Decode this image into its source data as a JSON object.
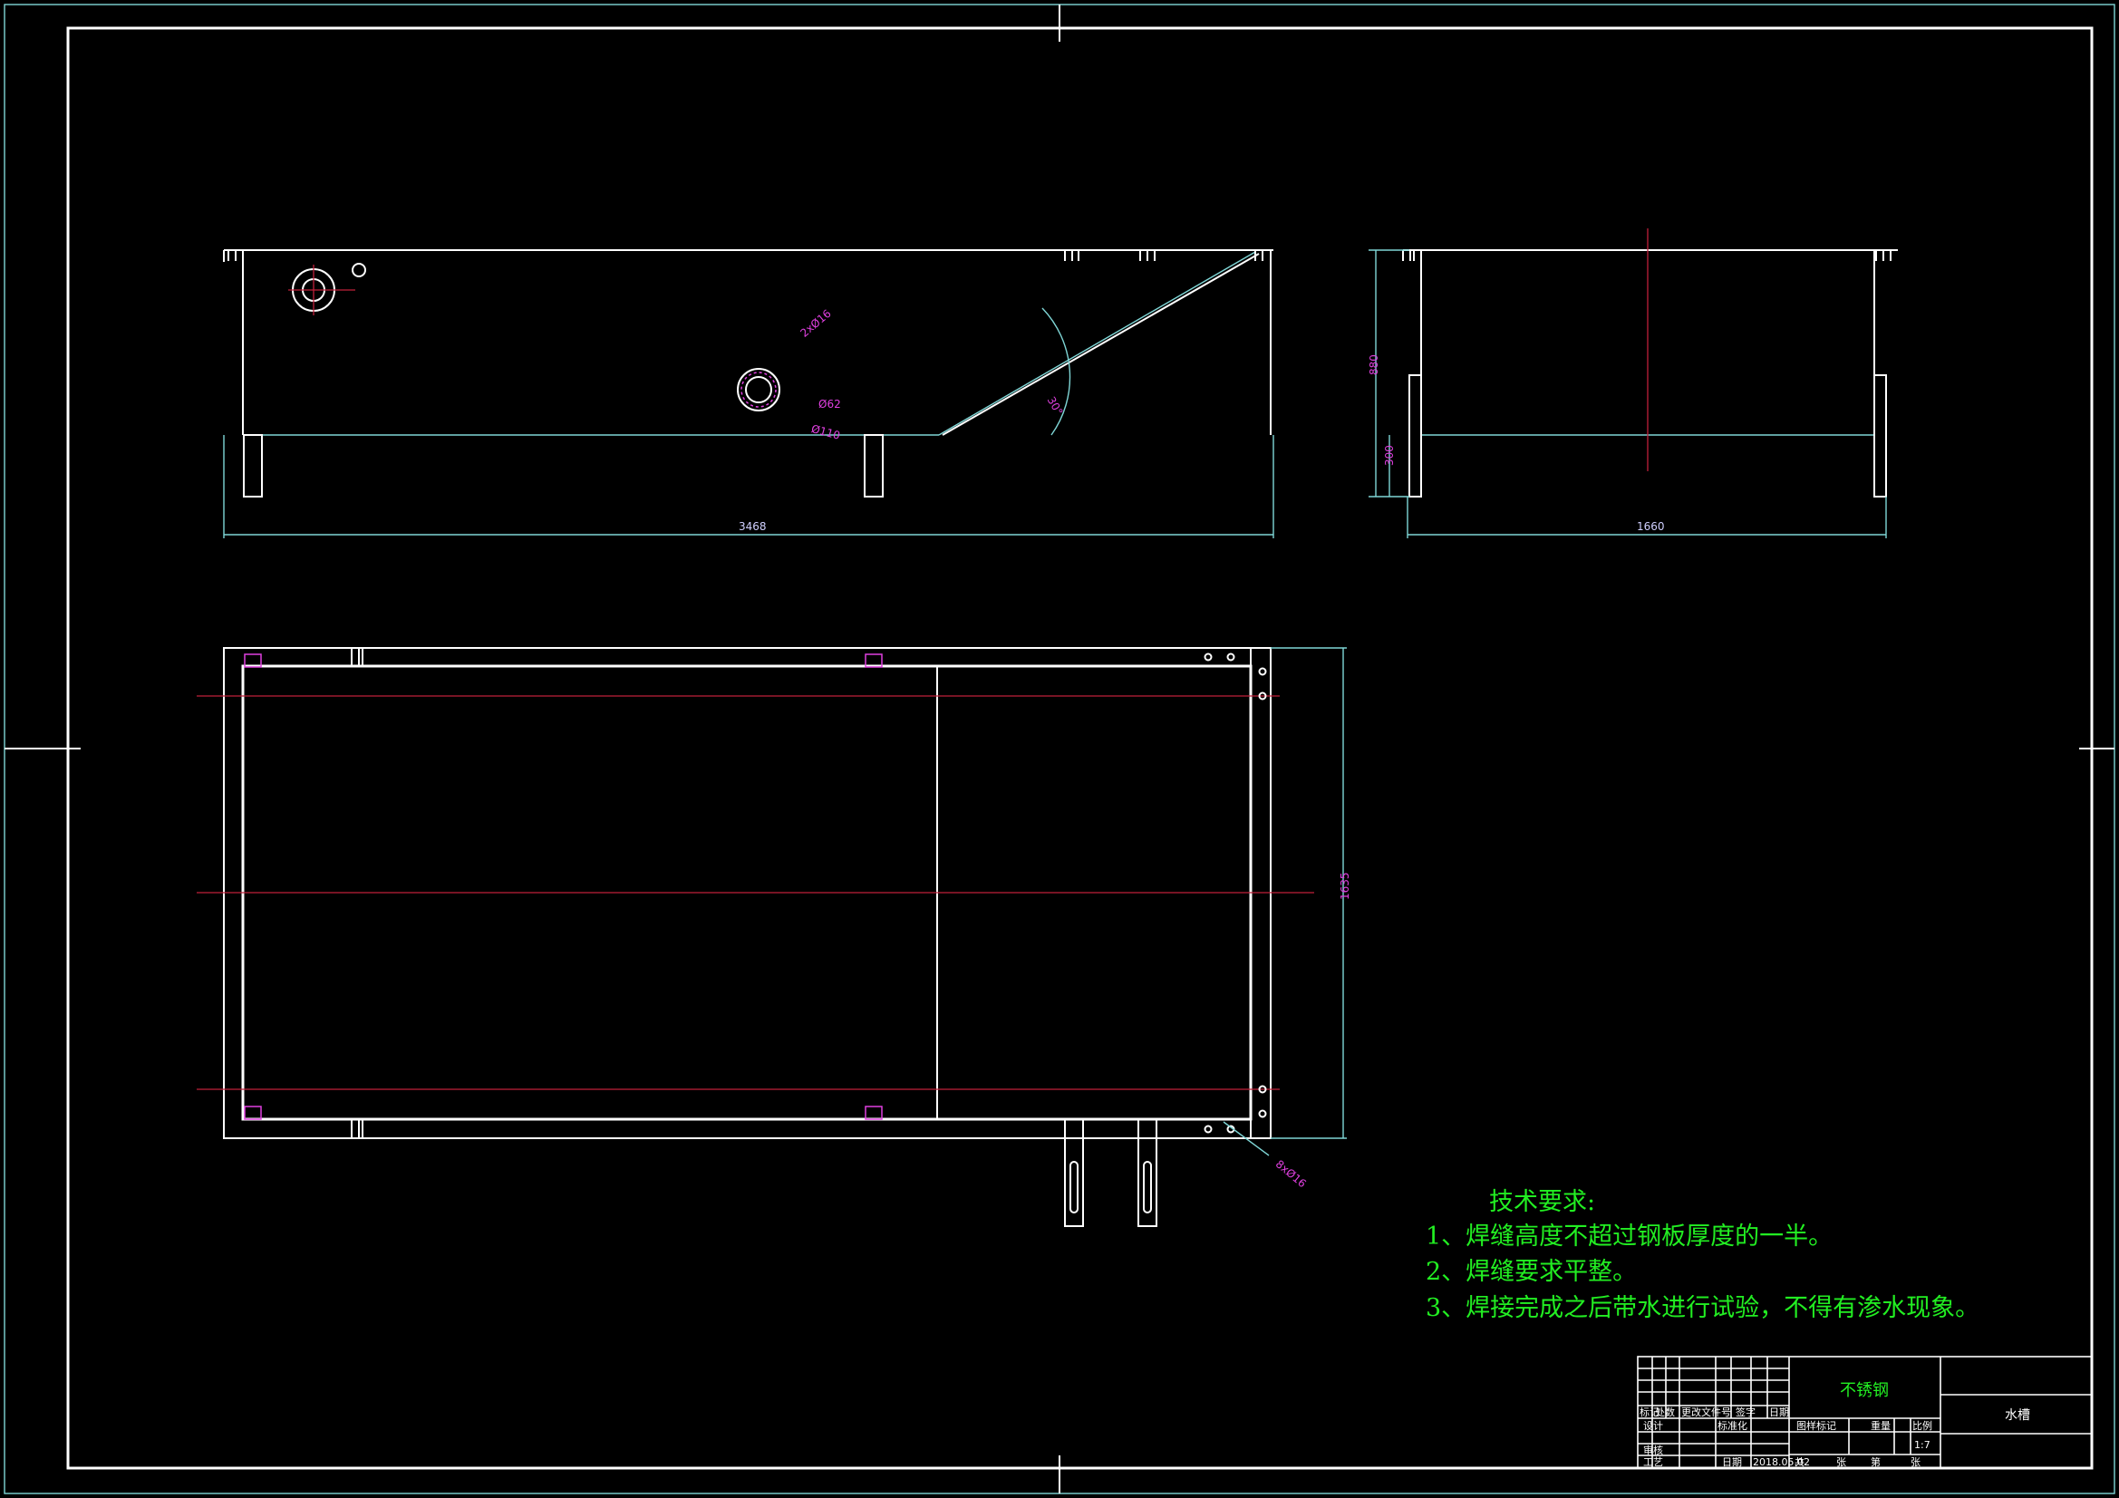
{
  "dimensions": {
    "front_length": "3468",
    "front_angle": "30°",
    "hole_top": "2xØ16",
    "hole_mid": "Ø62",
    "hole_mid_outer": "Ø110",
    "side_height": "880",
    "side_leg": "300",
    "side_width": "1660",
    "top_width": "1635",
    "top_holes": "8xØ16"
  },
  "tech_requirements": {
    "title": "技术要求:",
    "items": [
      "1、焊缝高度不超过钢板厚度的一半。",
      "2、焊缝要求平整。",
      "3、焊接完成之后带水进行试验，不得有渗水现象。"
    ]
  },
  "title_block": {
    "material": "不锈钢",
    "part_name": "水槽",
    "labels": {
      "mark": "标记",
      "count": "处数",
      "zone": "更改文件号",
      "sign": "签字",
      "date": "日期",
      "design": "设计",
      "standard": "标准化",
      "stage": "图样标记",
      "weight": "重量",
      "scale": "比例",
      "check": "审核",
      "process": "工艺",
      "approve": "日期",
      "date_val": "2018.05.02",
      "total": "共",
      "sheet": "张",
      "no": "第",
      "page": "张"
    },
    "scale_value": "1:7"
  }
}
